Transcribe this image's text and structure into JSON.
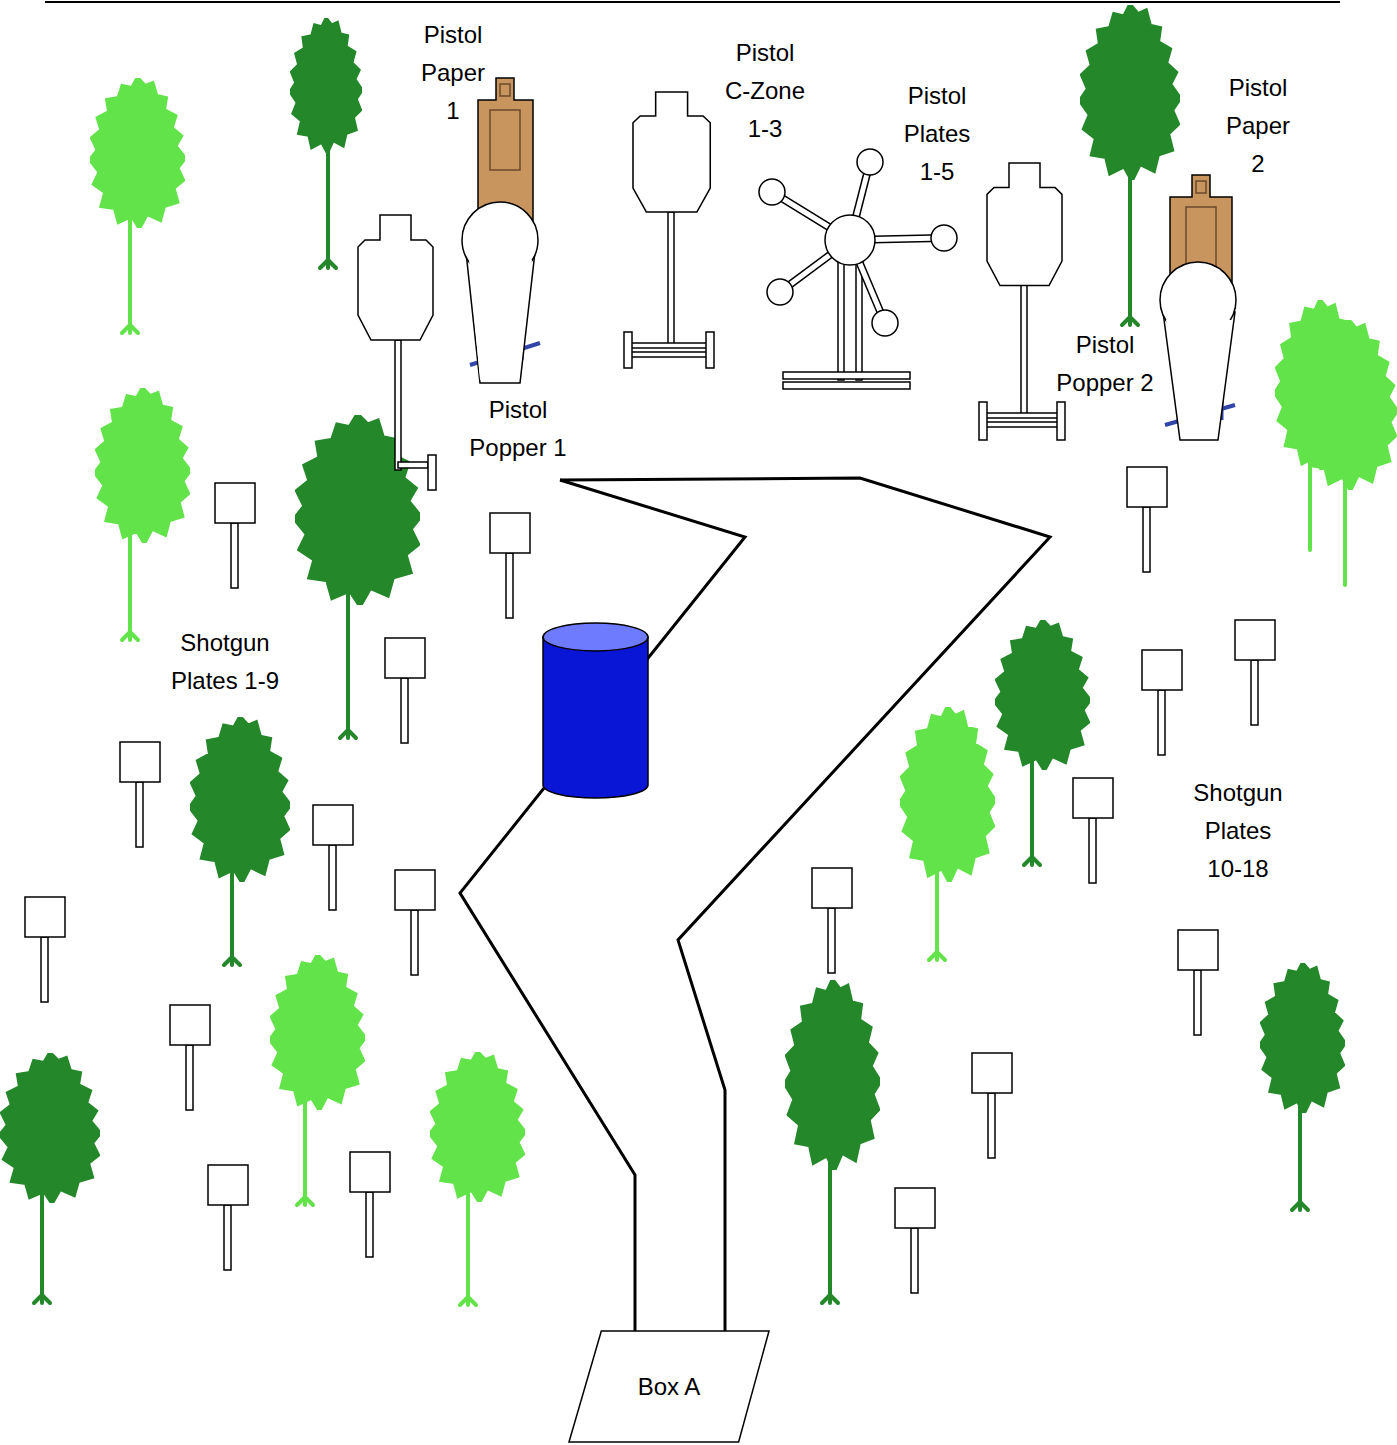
{
  "diagram": {
    "nodes": [
      {
        "text": [
          "Box A"
        ]
      }
    ],
    "labels": [
      "Pistol Paper 1",
      "Pistol C-Zone 1-3",
      "Pistol Plates 1-5",
      "Pistol Paper 2",
      "Pistol Popper 2",
      "Pistol Popper 1",
      "Shotgun Plates 1-9",
      "Shotgun Plates 10-18"
    ]
  }
}
